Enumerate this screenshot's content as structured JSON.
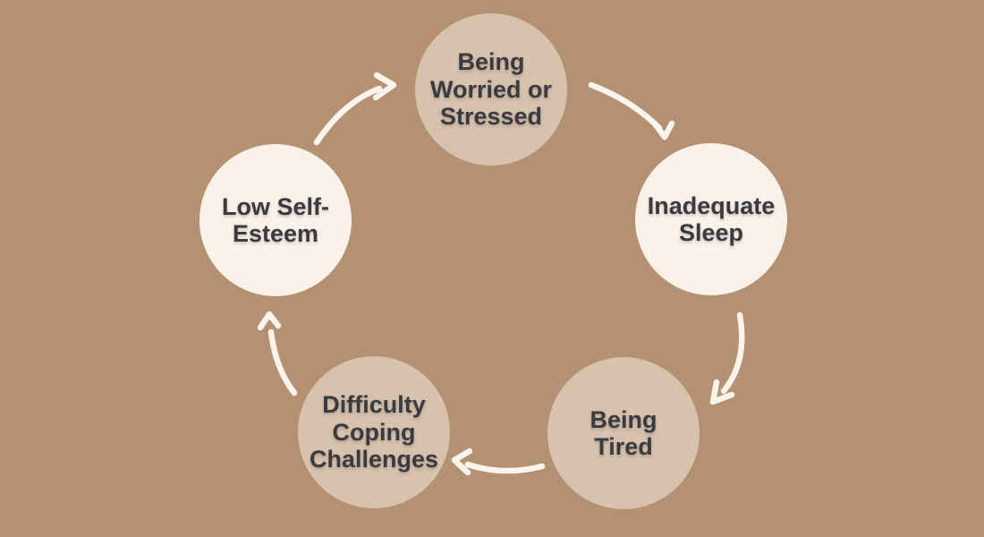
{
  "colors": {
    "background": "#b49173",
    "node_tan": "#d6c2ad",
    "node_cream": "#faf2e9",
    "label_text": "#3a3a41",
    "arrow": "#fbf4ec"
  },
  "diagram": {
    "type": "cycle",
    "nodes": [
      {
        "id": "being-worried-or-stressed",
        "label": "Being\nWorried or\nStressed",
        "position": "top",
        "fill": "#d6c2ad"
      },
      {
        "id": "inadequate-sleep",
        "label": "Inadequate\nSleep",
        "position": "right",
        "fill": "#faf2e9"
      },
      {
        "id": "being-tired",
        "label": "Being\nTired",
        "position": "bottom-right",
        "fill": "#d6c2ad"
      },
      {
        "id": "difficulty-coping-challenges",
        "label": "Difficulty\nCoping\nChallenges",
        "position": "bottom-left",
        "fill": "#d6c2ad"
      },
      {
        "id": "low-self-esteem",
        "label": "Low Self-\nEsteem",
        "position": "left",
        "fill": "#faf2e9"
      }
    ],
    "arrows": [
      {
        "from": "low-self-esteem",
        "to": "being-worried-or-stressed"
      },
      {
        "from": "being-worried-or-stressed",
        "to": "inadequate-sleep"
      },
      {
        "from": "inadequate-sleep",
        "to": "being-tired"
      },
      {
        "from": "being-tired",
        "to": "difficulty-coping-challenges"
      },
      {
        "from": "difficulty-coping-challenges",
        "to": "low-self-esteem"
      }
    ]
  }
}
